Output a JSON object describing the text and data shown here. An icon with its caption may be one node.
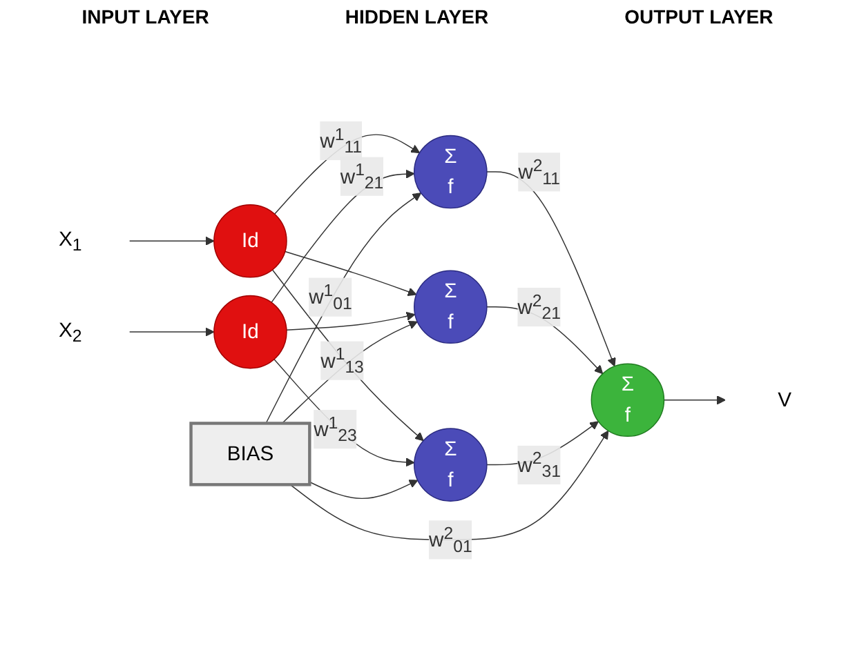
{
  "diagram": {
    "nodes": [
      {
        "text": [
          "X$_{1}$"
        ]
      },
      {
        "text": [
          "Id"
        ]
      },
      {
        "text": [
          "X$_{2}$"
        ]
      },
      {
        "text": [
          "Id"
        ]
      },
      {
        "text": [
          "Σ",
          "f"
        ]
      },
      {
        "text": [
          "Σ",
          "f"
        ]
      },
      {
        "text": [
          "Σ",
          "f"
        ]
      },
      {
        "text": [
          "Σ",
          "f"
        ]
      },
      {
        "text": [
          "V"
        ]
      },
      {
        "text": [
          "BIAS"
        ]
      }
    ],
    "edges": [
      {
        "from": 0,
        "to": 1,
        "arrow": "to"
      },
      {
        "from": 2,
        "to": 3,
        "arrow": "to"
      },
      {
        "from": 1,
        "to": 4,
        "arrow": "to",
        "label": "w$^{1}$$_{11}$"
      },
      {
        "from": 1,
        "to": 5,
        "arrow": "to"
      },
      {
        "from": 1,
        "to": 6,
        "arrow": "to",
        "label": "w$^{1}$$_{13}$"
      },
      {
        "from": 3,
        "to": 4,
        "arrow": "to",
        "label": "w$^{1}$$_{21}$"
      },
      {
        "from": 3,
        "to": 5,
        "arrow": "to"
      },
      {
        "from": 3,
        "to": 6,
        "arrow": "to",
        "label": "w$^{1}$$_{23}$"
      },
      {
        "from": 9,
        "to": 4,
        "arrow": "to",
        "label": "w$^{1}$$_{01}$"
      },
      {
        "from": 9,
        "to": 5,
        "arrow": "to"
      },
      {
        "from": 9,
        "to": 6,
        "arrow": "to"
      },
      {
        "from": 4,
        "to": 7,
        "arrow": "to",
        "label": "w$^{2}$$_{11}$"
      },
      {
        "from": 5,
        "to": 7,
        "arrow": "to",
        "label": "w$^{2}$$_{21}$"
      },
      {
        "from": 6,
        "to": 7,
        "arrow": "to",
        "label": "w$^{2}$$_{31}$"
      },
      {
        "from": 9,
        "to": 7,
        "arrow": "to",
        "label": "w$^{2}$$_{01}$"
      },
      {
        "from": 7,
        "to": 8,
        "arrow": "to"
      }
    ],
    "labels": [
      "INPUT LAYER",
      "HIDDEN LAYER",
      "OUTPUT LAYER"
    ]
  }
}
